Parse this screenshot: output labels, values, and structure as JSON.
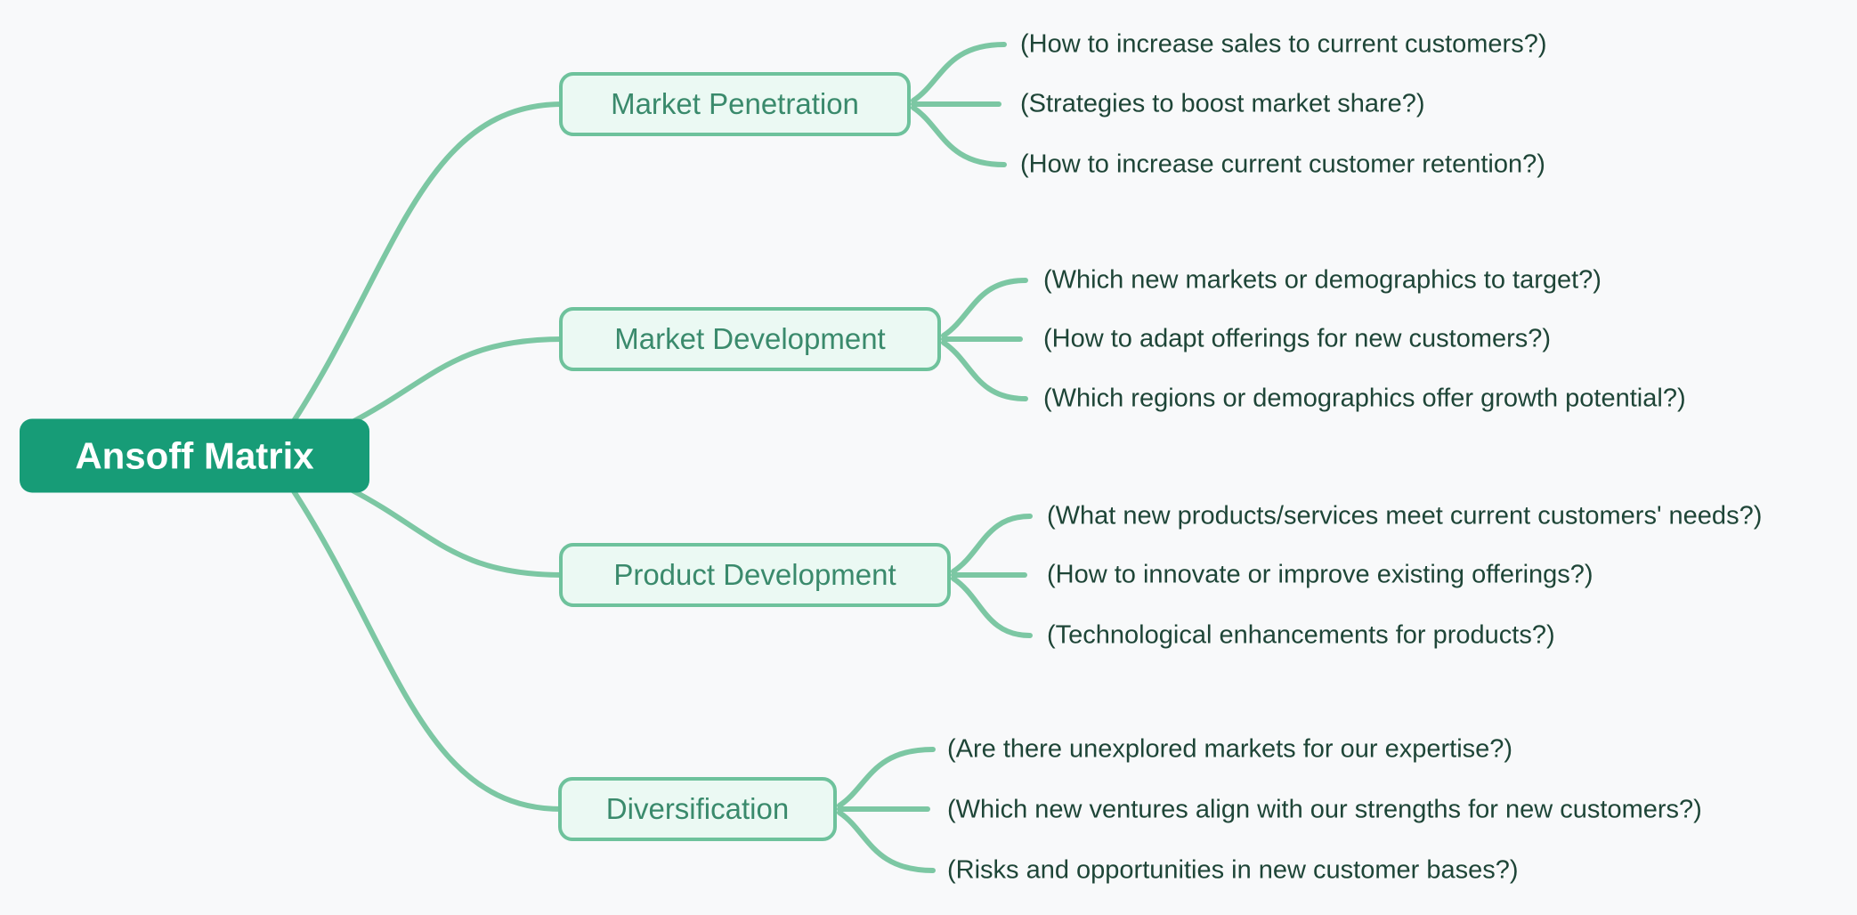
{
  "title": "Ansoff Matrix mind map",
  "colors": {
    "background": "#f8f9fa",
    "root_fill": "#179c77",
    "root_text": "#ffffff",
    "branch_fill": "#ebf9f3",
    "branch_border": "#6ec29c",
    "branch_text": "#3a8a6c",
    "leaf_text": "#1e4537",
    "connector": "#7cc7a3"
  },
  "root": {
    "label": "Ansoff Matrix"
  },
  "branches": [
    {
      "label": "Market Penetration",
      "leaves": [
        "(How to increase sales to current customers?)",
        "(Strategies to boost market share?)",
        "(How to increase current customer retention?)"
      ]
    },
    {
      "label": "Market Development",
      "leaves": [
        "(Which new markets or demographics to target?)",
        "(How to adapt offerings for new customers?)",
        "(Which regions or demographics offer growth potential?)"
      ]
    },
    {
      "label": "Product Development",
      "leaves": [
        "(What new products/services meet current customers' needs?)",
        "(How to innovate or improve existing offerings?)",
        "(Technological enhancements for products?)"
      ]
    },
    {
      "label": "Diversification",
      "leaves": [
        "(Are there unexplored markets for our expertise?)",
        "(Which new ventures align with our strengths for new customers?)",
        "(Risks and opportunities in new customer bases?)"
      ]
    }
  ]
}
